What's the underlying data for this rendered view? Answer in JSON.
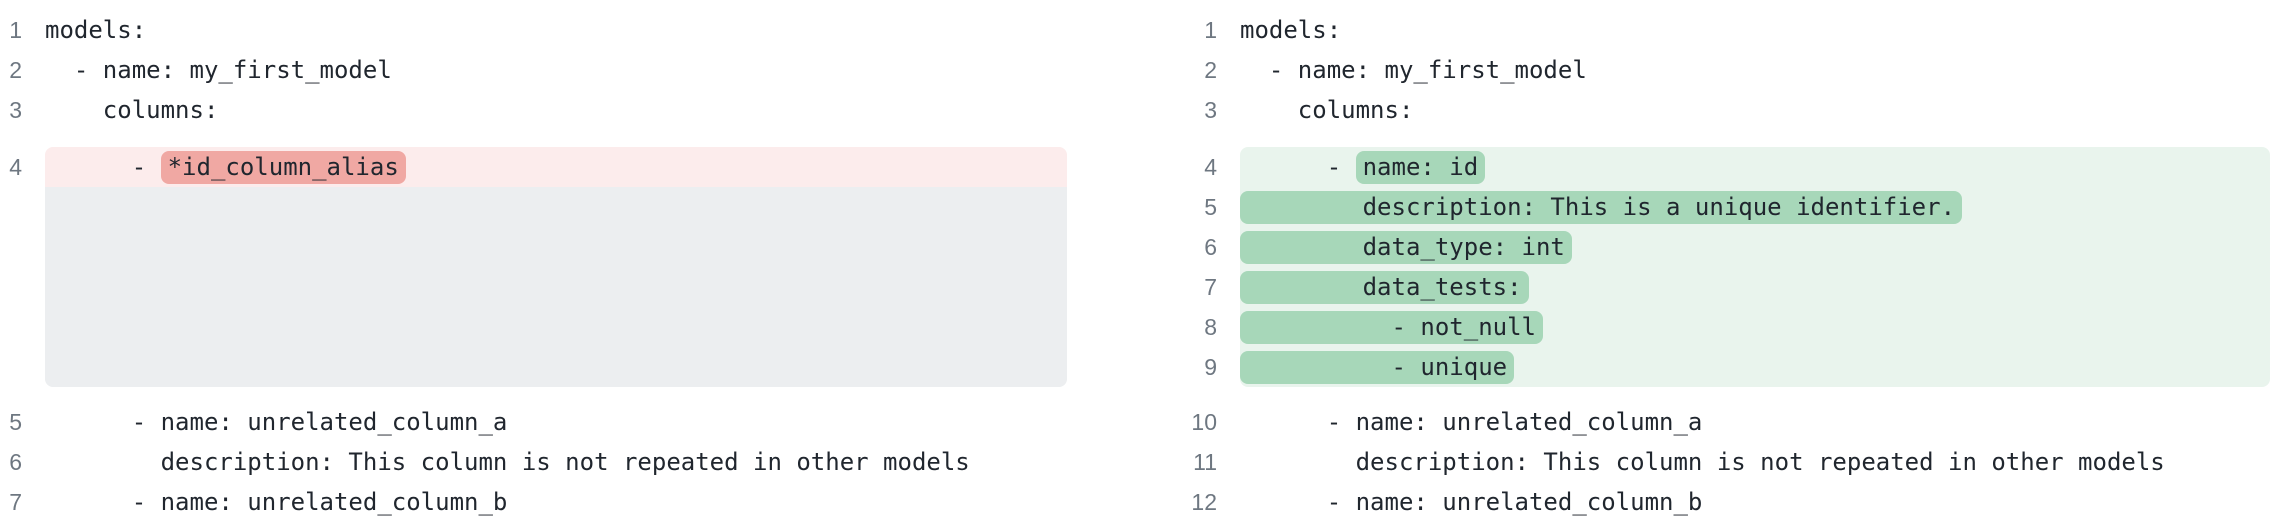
{
  "colors": {
    "removed_line_bg": "#fcecec",
    "removed_word_bg": "#f0a8a3",
    "added_line_bg": "#e9f4ed",
    "added_word_bg": "#a7d7b9",
    "collapsed_placeholder_bg": "#eceef0",
    "code_text": "#20262e",
    "line_number_text": "#6e7781"
  },
  "left_panel": {
    "role": "before",
    "lines_top": [
      {
        "num": "1",
        "text": "models:"
      },
      {
        "num": "2",
        "text": "  - name: my_first_model"
      },
      {
        "num": "3",
        "text": "    columns:"
      }
    ],
    "removed_line": {
      "num": "4",
      "prefix": "      - ",
      "highlight": "*id_column_alias"
    },
    "lines_bottom": [
      {
        "num": "5",
        "text": "      - name: unrelated_column_a"
      },
      {
        "num": "6",
        "text": "        description: This column is not repeated in other models"
      },
      {
        "num": "7",
        "text": "      - name: unrelated_column_b"
      }
    ]
  },
  "right_panel": {
    "role": "after",
    "lines_top": [
      {
        "num": "1",
        "text": "models:"
      },
      {
        "num": "2",
        "text": "  - name: my_first_model"
      },
      {
        "num": "3",
        "text": "    columns:"
      }
    ],
    "added_lines": [
      {
        "num": "4",
        "prefix": "      - ",
        "highlight": "name: id"
      },
      {
        "num": "5",
        "prefix": "",
        "highlight": "        description: This is a unique identifier."
      },
      {
        "num": "6",
        "prefix": "",
        "highlight": "        data_type: int"
      },
      {
        "num": "7",
        "prefix": "",
        "highlight": "        data_tests:"
      },
      {
        "num": "8",
        "prefix": "",
        "highlight": "          - not_null"
      },
      {
        "num": "9",
        "prefix": "",
        "highlight": "          - unique"
      }
    ],
    "lines_bottom": [
      {
        "num": "10",
        "text": "      - name: unrelated_column_a"
      },
      {
        "num": "11",
        "text": "        description: This column is not repeated in other models"
      },
      {
        "num": "12",
        "text": "      - name: unrelated_column_b"
      }
    ]
  }
}
